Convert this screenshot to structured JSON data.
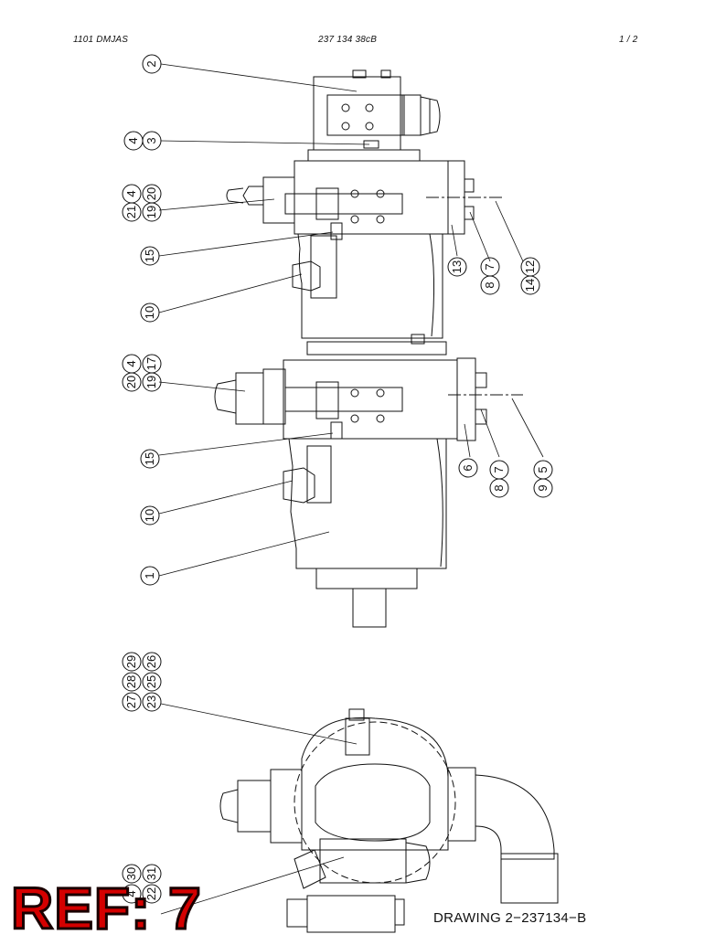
{
  "header": {
    "left": "1101 DMJAS",
    "center": "237 134 38cB",
    "right": "1 /  2"
  },
  "callouts": [
    {
      "id": "c2",
      "lines": [
        "2"
      ]
    },
    {
      "id": "c43",
      "lines": [
        "4",
        "3"
      ]
    },
    {
      "id": "c21-19-20",
      "lines": [
        "21",
        "4",
        "19",
        "20"
      ]
    },
    {
      "id": "c15a",
      "lines": [
        "15"
      ]
    },
    {
      "id": "c10a",
      "lines": [
        "10"
      ]
    },
    {
      "id": "c13",
      "lines": [
        "13"
      ]
    },
    {
      "id": "c87a",
      "lines": [
        "8",
        "7"
      ]
    },
    {
      "id": "c14-12",
      "lines": [
        "14",
        "12"
      ]
    },
    {
      "id": "c20-19-17",
      "lines": [
        "20",
        "4",
        "19",
        "17"
      ]
    },
    {
      "id": "c15b",
      "lines": [
        "15"
      ]
    },
    {
      "id": "c10b",
      "lines": [
        "10"
      ]
    },
    {
      "id": "c6",
      "lines": [
        "6"
      ]
    },
    {
      "id": "c87b",
      "lines": [
        "8",
        "7"
      ]
    },
    {
      "id": "c95",
      "lines": [
        "9",
        "5"
      ]
    },
    {
      "id": "c1",
      "lines": [
        "1"
      ]
    },
    {
      "id": "c27-29",
      "lines": [
        "27",
        "28",
        "29",
        "23",
        "25",
        "26"
      ]
    },
    {
      "id": "c30-31",
      "lines": [
        "30",
        "4",
        "22",
        "31"
      ]
    }
  ],
  "footer": {
    "drawing_number": "DRAWING 2−237134−B",
    "ref_stamp": "REF: 7"
  }
}
